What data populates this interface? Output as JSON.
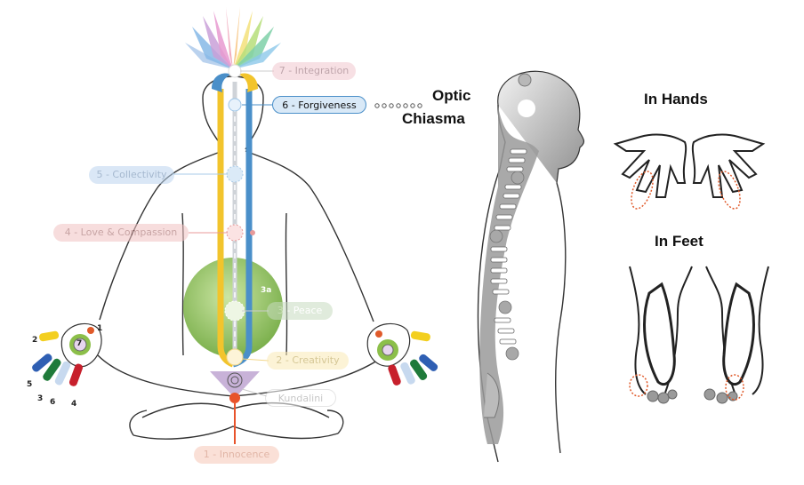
{
  "chakras": {
    "c7": "7 - Integration",
    "c6": "6 - Forgiveness",
    "c5": "5 - Collectivity",
    "c4": "4 - Love & Compassion",
    "c3": "3 - Peace",
    "c3a": "3a",
    "c2": "2 - Creativity",
    "kundalini": "Kundalini",
    "c1": "1 - Innocence"
  },
  "right_panel": {
    "optic_line1": "Optic",
    "optic_line2": "Chiasma",
    "in_hands": "In Hands",
    "in_feet": "In Feet"
  },
  "finger_numbers": {
    "n1": "1",
    "n2": "2",
    "n3": "3",
    "n4": "4",
    "n5": "5",
    "n6": "6",
    "n7": "7"
  },
  "colors": {
    "left_channel": "#f2c42c",
    "right_channel": "#4a8fc9",
    "center_channel": "#cfd3d8",
    "heart_ring": "#e89a9a",
    "peace_sphere": "#8cbf4a",
    "sacrum": "#c8b2d8",
    "innocence": "#e8532b",
    "marker": "#e05a2a"
  }
}
